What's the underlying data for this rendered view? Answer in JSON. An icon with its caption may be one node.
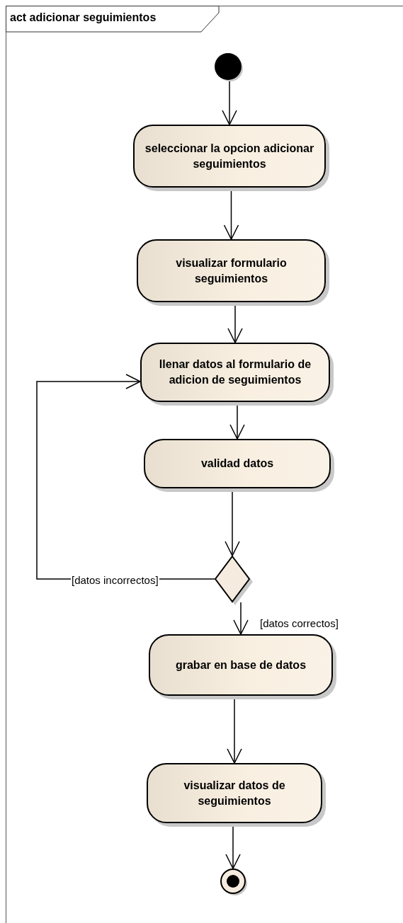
{
  "diagram": {
    "title": "act adicionar seguimientos",
    "nodes": [
      {
        "text": [],
        "shape": "circle"
      },
      {
        "text": [
          "seleccionar la opcion adicionar seguimientos"
        ]
      },
      {
        "text": [
          "visualizar formulario seguimientos"
        ]
      },
      {
        "text": [
          "llenar datos al formulario de adicion de seguimientos"
        ]
      },
      {
        "text": [
          "validad datos"
        ]
      },
      {
        "text": [],
        "shape": "diamond"
      },
      {
        "text": [
          "grabar en base de datos"
        ]
      },
      {
        "text": [
          "visualizar datos de seguimientos"
        ]
      },
      {
        "text": [],
        "shape": "circle"
      }
    ],
    "edges": [
      {
        "from": 0,
        "to": 1,
        "arrow": "to"
      },
      {
        "from": 1,
        "to": 2,
        "arrow": "to"
      },
      {
        "from": 2,
        "to": 3,
        "arrow": "to"
      },
      {
        "from": 3,
        "to": 4,
        "arrow": "to"
      },
      {
        "from": 4,
        "to": 5,
        "arrow": "to"
      },
      {
        "from": 5,
        "to": 3,
        "arrow": "to",
        "label": "[datos incorrectos]"
      },
      {
        "from": 5,
        "to": 6,
        "arrow": "to",
        "label": "[datos correctos]"
      },
      {
        "from": 6,
        "to": 7,
        "arrow": "to"
      },
      {
        "from": 7,
        "to": 8,
        "arrow": "to"
      }
    ]
  }
}
